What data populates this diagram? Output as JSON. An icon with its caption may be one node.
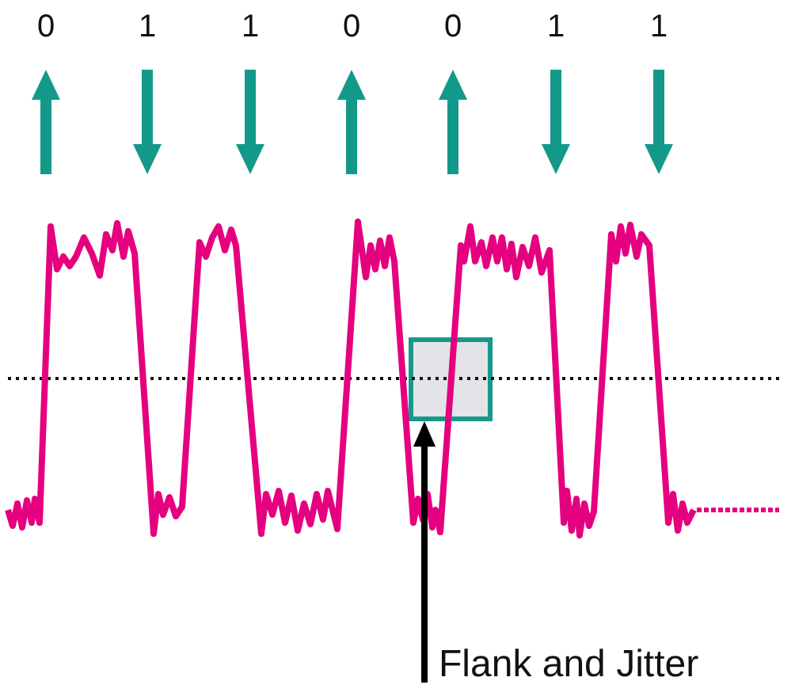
{
  "diagram": {
    "nodes": [
      {
        "text": [
          "Flank and Jitter"
        ]
      },
      {
        "text": [],
        "shape": "box"
      }
    ],
    "edges": [
      {
        "from": 0,
        "to": 1,
        "arrow": "to"
      }
    ],
    "labels": [
      "0",
      "1",
      "1",
      "0",
      "0",
      "1",
      "1"
    ]
  }
}
